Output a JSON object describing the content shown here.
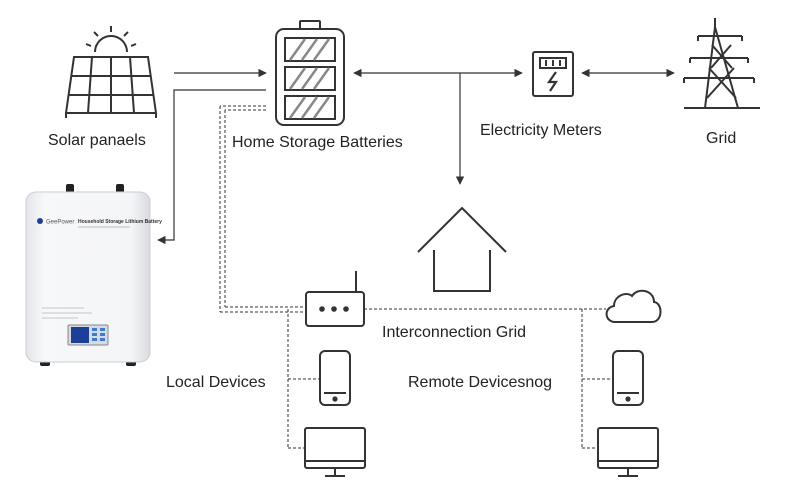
{
  "labels": {
    "solar": "Solar panaels",
    "battery": "Home Storage Batteries",
    "meter": "Electricity Meters",
    "grid": "Grid",
    "interconnection": "Interconnection Grid",
    "local_devices": "Local Devices",
    "remote_devices": "Remote Devicesnog"
  },
  "product": {
    "brand": "GeePower",
    "model": "Household Storage Lithium Battery"
  },
  "icons": {
    "solar": "solar-panel-icon",
    "battery": "battery-icon",
    "meter": "electricity-meter-icon",
    "grid": "transmission-tower-icon",
    "house": "house-icon",
    "router": "router-icon",
    "cloud": "cloud-icon",
    "phone": "smartphone-icon",
    "monitor": "monitor-icon"
  },
  "colors": {
    "line": "#333333",
    "battery_stripe": "#888888",
    "product_body": "#f2f3f5",
    "product_display": "#1c3f9a"
  }
}
